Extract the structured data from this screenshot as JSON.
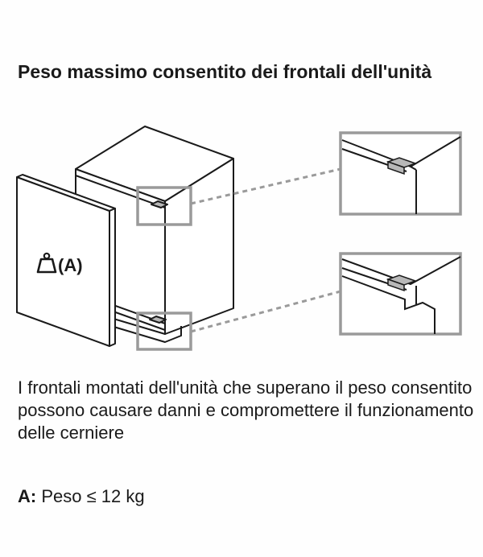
{
  "title": "Peso massimo consentito dei frontali dell'unità",
  "diagram": {
    "weight_label": "(A)",
    "weight_icon": "weight-icon"
  },
  "description": "I frontali montati dell'unità che superano il peso consentito possono causare danni e compromettere il funzionamento delle cerniere",
  "spec": {
    "key": "A:",
    "value": "Peso ≤ 12 kg"
  },
  "colors": {
    "line": "#1a1a1a",
    "highlight_box": "#9a9a9a",
    "hinge": "#b8b8b8"
  }
}
